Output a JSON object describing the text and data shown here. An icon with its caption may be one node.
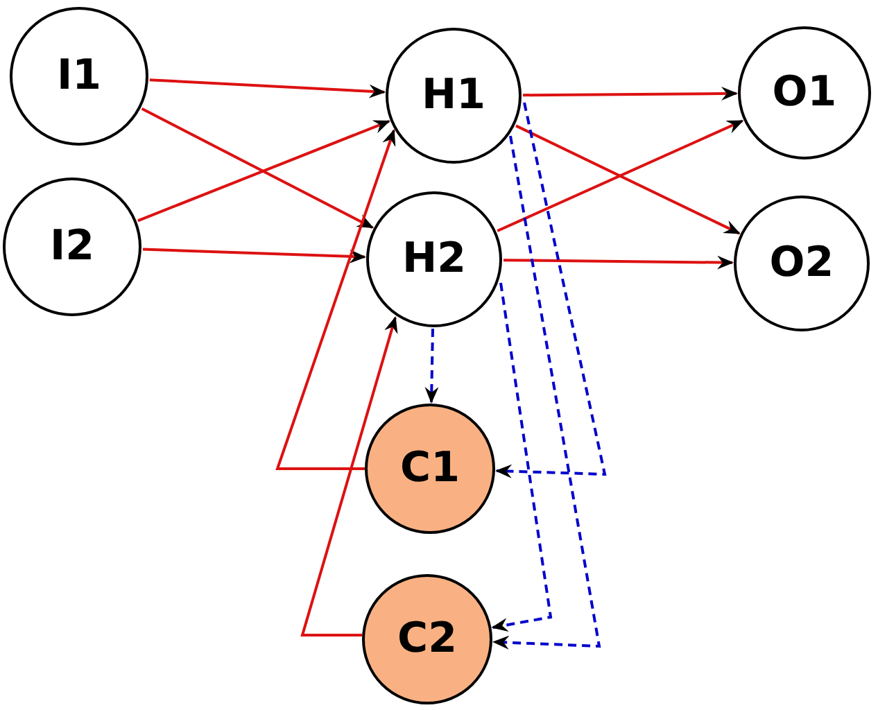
{
  "diagram": {
    "nodes": [
      {
        "text": [
          "I1"
        ]
      },
      {
        "text": [
          "I2"
        ]
      },
      {
        "text": [
          "H1"
        ]
      },
      {
        "text": [
          "H2"
        ]
      },
      {
        "text": [
          "O1"
        ]
      },
      {
        "text": [
          "O2"
        ]
      },
      {
        "text": [
          "C1"
        ]
      },
      {
        "text": [
          "C2"
        ]
      }
    ],
    "edges": [
      {
        "from": 0,
        "to": 2,
        "arrow": "to"
      },
      {
        "from": 0,
        "to": 3,
        "arrow": "to"
      },
      {
        "from": 1,
        "to": 2,
        "arrow": "to"
      },
      {
        "from": 1,
        "to": 3,
        "arrow": "to"
      },
      {
        "from": 2,
        "to": 4,
        "arrow": "to"
      },
      {
        "from": 2,
        "to": 5,
        "arrow": "to"
      },
      {
        "from": 3,
        "to": 4,
        "arrow": "to"
      },
      {
        "from": 3,
        "to": 5,
        "arrow": "to"
      },
      {
        "from": 6,
        "to": 2,
        "arrow": "to"
      },
      {
        "from": 7,
        "to": 3,
        "arrow": "to"
      },
      {
        "from": 3,
        "to": 6,
        "arrow": "to",
        "style": "dashed",
        "color": "#0000cc"
      },
      {
        "from": 2,
        "to": 6,
        "arrow": "to",
        "style": "dashed",
        "color": "#0000cc"
      },
      {
        "from": 3,
        "to": 7,
        "arrow": "to",
        "style": "dashed",
        "color": "#0000cc"
      },
      {
        "from": 2,
        "to": 7,
        "arrow": "to",
        "style": "dashed",
        "color": "#0000cc"
      }
    ]
  }
}
